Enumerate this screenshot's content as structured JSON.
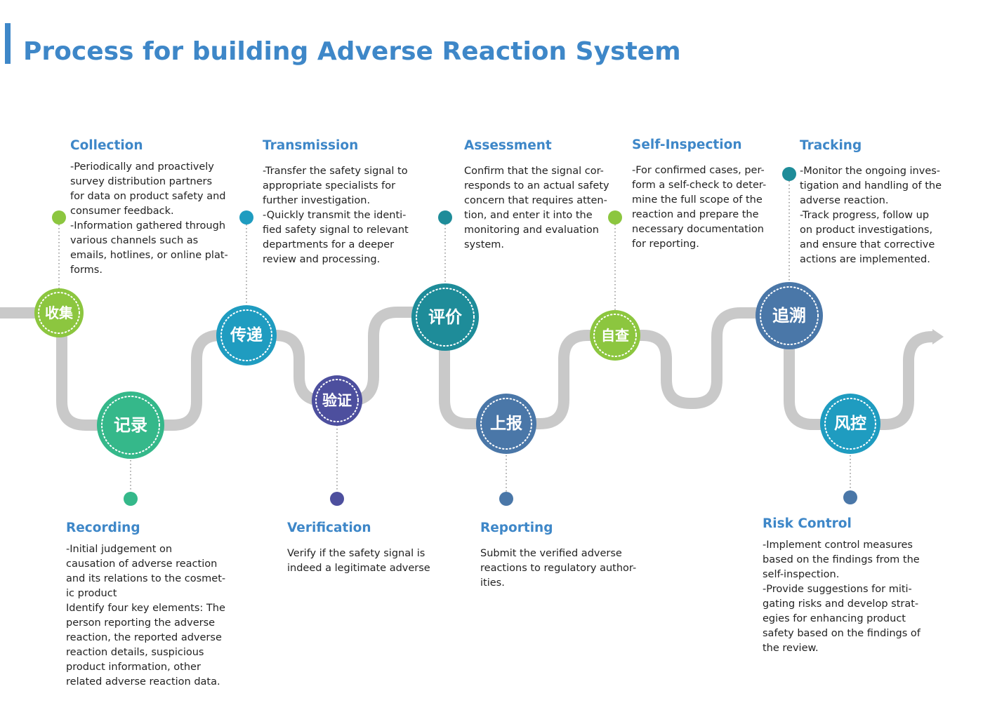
{
  "title": "Process for building Adverse Reaction System",
  "colors": {
    "title": "#3e87c8",
    "track": "#c9c9c9",
    "green": "#8cc63f",
    "emerald": "#35b88a",
    "cyan": "#1f9cc0",
    "indigo": "#4d4f9e",
    "teal": "#1e8c99",
    "slate": "#4a77a8",
    "body_text": "#222222"
  },
  "steps": [
    {
      "id": "collection",
      "title": "Collection",
      "cn": "收集",
      "lines": [
        "-Periodically and proactively",
        "survey distribution partners",
        "for data on product safety and",
        "consumer feedback.",
        "-Information gathered through",
        "various channels such as",
        "emails, hotlines, or online plat-",
        "forms."
      ]
    },
    {
      "id": "recording",
      "title": "Recording",
      "cn": "记录",
      "lines": [
        "-Initial judgement on",
        "causation of adverse reaction",
        "and its relations to the cosmet-",
        "ic product",
        "Identify four key elements: The",
        "person reporting the adverse",
        "reaction, the reported adverse",
        "reaction details, suspicious",
        "product information, other",
        "related adverse reaction data."
      ]
    },
    {
      "id": "transmission",
      "title": "Transmission",
      "cn": "传递",
      "lines": [
        "-Transfer the safety signal to",
        "appropriate specialists for",
        "further investigation.",
        "-Quickly transmit the identi-",
        "fied safety signal to relevant",
        "departments for a deeper",
        "review and processing."
      ]
    },
    {
      "id": "verification",
      "title": "Verification",
      "cn": "验证",
      "lines": [
        "Verify if the safety signal is",
        "indeed a legitimate adverse"
      ]
    },
    {
      "id": "assessment",
      "title": "Assessment",
      "cn": "评价",
      "lines": [
        "Confirm that the signal cor-",
        "responds to an actual safety",
        "concern that requires atten-",
        "tion, and enter it into the",
        "monitoring and evaluation",
        "system."
      ]
    },
    {
      "id": "reporting",
      "title": "Reporting",
      "cn": "上报",
      "lines": [
        "Submit the verified adverse",
        "reactions to regulatory author-",
        "ities."
      ]
    },
    {
      "id": "self_inspection",
      "title": "Self-Inspection",
      "cn": "自查",
      "lines": [
        "-For confirmed cases, per-",
        "form a self-check to deter-",
        "mine the full scope of the",
        "reaction and prepare the",
        "necessary documentation",
        "for reporting."
      ]
    },
    {
      "id": "tracking",
      "title": "Tracking",
      "cn": "追溯",
      "lines": [
        "-Monitor the ongoing inves-",
        "tigation and handling of the",
        "adverse reaction.",
        "-Track progress, follow up",
        "on product investigations,",
        "and ensure that corrective",
        "actions are implemented."
      ]
    },
    {
      "id": "risk_control",
      "title": "Risk Control",
      "cn": "风控",
      "lines": [
        "-Implement control measures",
        "based on the findings from the",
        "self-inspection.",
        "-Provide suggestions for miti-",
        "gating risks and develop strat-",
        "egies for enhancing product",
        "safety based on the findings of",
        "the review."
      ]
    }
  ]
}
